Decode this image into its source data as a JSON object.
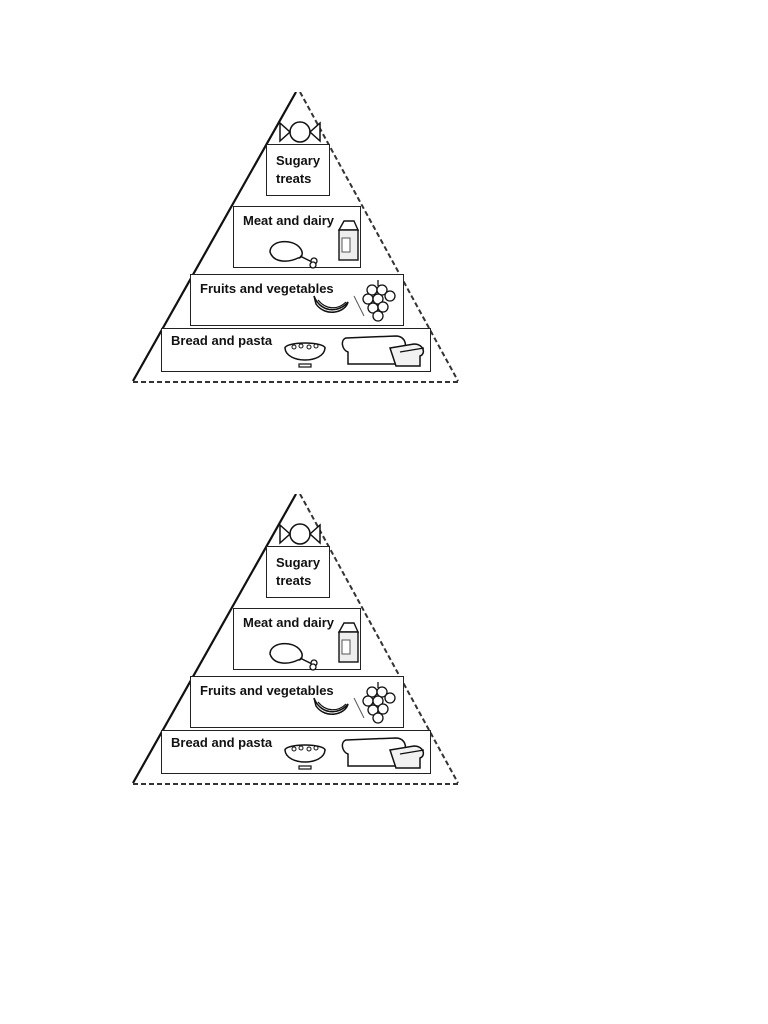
{
  "pyramids": [
    {
      "levels": {
        "sugary": "Sugary\ntreats",
        "meat": "Meat and dairy",
        "fruits": "Fruits and vegetables",
        "bread": "Bread and pasta"
      },
      "icons": [
        "candy-icon",
        "chicken-leg-icon",
        "milk-carton-icon",
        "banana-icon",
        "grapes-icon",
        "cereal-bowl-icon",
        "bread-loaf-icon"
      ]
    },
    {
      "levels": {
        "sugary": "Sugary\ntreats",
        "meat": "Meat and dairy",
        "fruits": "Fruits and vegetables",
        "bread": "Bread and pasta"
      },
      "icons": [
        "candy-icon",
        "chicken-leg-icon",
        "milk-carton-icon",
        "banana-icon",
        "grapes-icon",
        "cereal-bowl-icon",
        "bread-loaf-icon"
      ]
    }
  ]
}
